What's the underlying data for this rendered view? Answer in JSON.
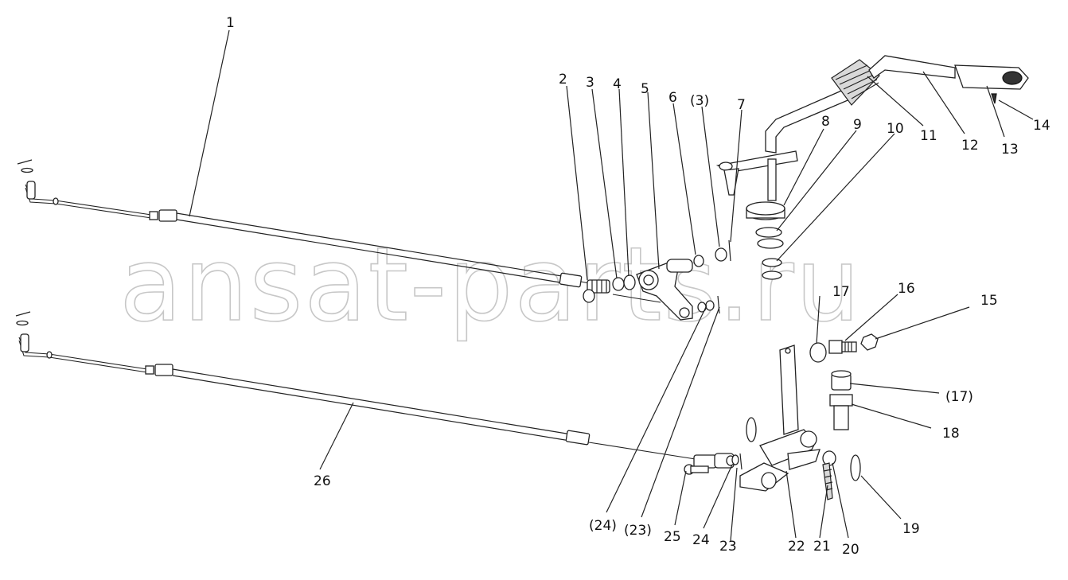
{
  "watermark": "ansat-parts.ru",
  "callouts": [
    {
      "id": "1",
      "text": "1"
    },
    {
      "id": "2",
      "text": "2"
    },
    {
      "id": "3",
      "text": "3"
    },
    {
      "id": "4",
      "text": "4"
    },
    {
      "id": "5",
      "text": "5"
    },
    {
      "id": "6",
      "text": "6"
    },
    {
      "id": "3b",
      "text": "(3)"
    },
    {
      "id": "7",
      "text": "7"
    },
    {
      "id": "8",
      "text": "8"
    },
    {
      "id": "9",
      "text": "9"
    },
    {
      "id": "10",
      "text": "10"
    },
    {
      "id": "11",
      "text": "11"
    },
    {
      "id": "12",
      "text": "12"
    },
    {
      "id": "13",
      "text": "13"
    },
    {
      "id": "14",
      "text": "14"
    },
    {
      "id": "15",
      "text": "15"
    },
    {
      "id": "16",
      "text": "16"
    },
    {
      "id": "17",
      "text": "17"
    },
    {
      "id": "17b",
      "text": "(17)"
    },
    {
      "id": "18",
      "text": "18"
    },
    {
      "id": "19",
      "text": "19"
    },
    {
      "id": "20",
      "text": "20"
    },
    {
      "id": "21",
      "text": "21"
    },
    {
      "id": "22",
      "text": "22"
    },
    {
      "id": "23",
      "text": "23"
    },
    {
      "id": "24",
      "text": "24"
    },
    {
      "id": "25",
      "text": "25"
    },
    {
      "id": "23b",
      "text": "(23)"
    },
    {
      "id": "24b",
      "text": "(24)"
    },
    {
      "id": "26",
      "text": "26"
    }
  ]
}
